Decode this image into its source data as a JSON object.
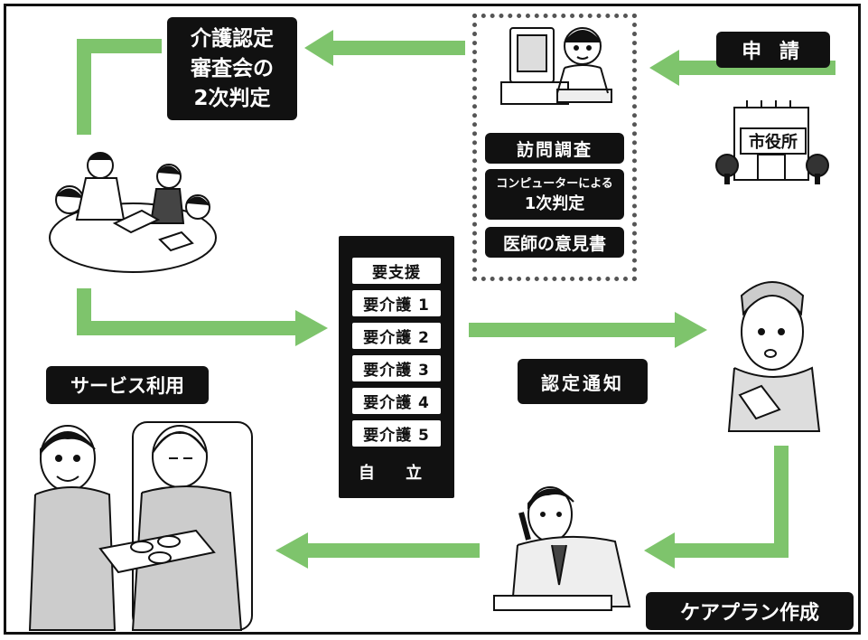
{
  "labels": {
    "application": "申 請",
    "city_office": "市役所",
    "review_lines": [
      "介護認定",
      "審査会の",
      "2次判定"
    ],
    "visit_survey": "訪問調査",
    "computer_lines": [
      "コンピューターによる",
      "1次判定"
    ],
    "doctor_opinion": "医師の意見書",
    "notice": "認定通知",
    "service_use": "サービス利用",
    "care_plan": "ケアプラン作成"
  },
  "levels": [
    "要支援",
    "要介護 1",
    "要介護 2",
    "要介護 3",
    "要介護 4",
    "要介護 5"
  ],
  "independent": "自 立",
  "colors": {
    "arrow": "#7ec46c",
    "label_bg": "#111111",
    "label_text": "#ffffff"
  }
}
